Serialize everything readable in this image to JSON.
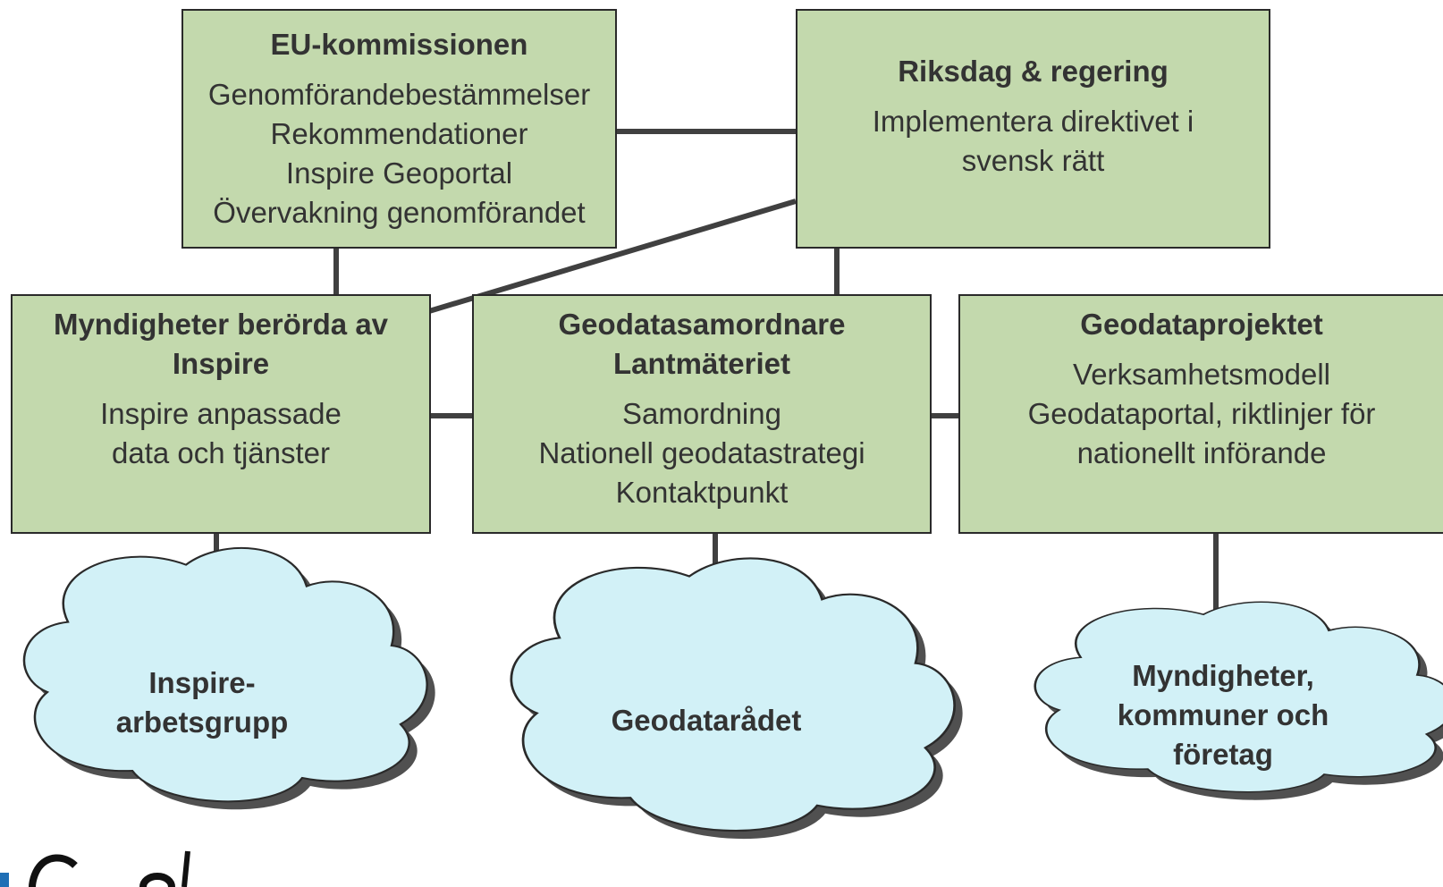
{
  "colors": {
    "box_fill": "#c3d9ad",
    "box_border": "#2a2a2a",
    "cloud_fill": "#d2f1f7",
    "connector": "#404040",
    "text": "#333333",
    "logo_blue": "#1f6fb5"
  },
  "boxes": {
    "eu": {
      "title": "EU-kommissionen",
      "lines": [
        "Genomförandebestämmelser",
        "Rekommendationer",
        "Inspire Geoportal",
        "Övervakning genomförandet"
      ]
    },
    "riksdag": {
      "title": "Riksdag & regering",
      "lines": [
        "Implementera direktivet i",
        "svensk rätt"
      ]
    },
    "myndigheter": {
      "title_lines": [
        "Myndigheter berörda av",
        "Inspire"
      ],
      "lines": [
        "Inspire anpassade",
        "data och tjänster"
      ]
    },
    "geodatasamordnare": {
      "title_lines": [
        "Geodatasamordnare",
        "Lantmäteriet"
      ],
      "lines": [
        "Samordning",
        "Nationell geodatastrategi",
        "Kontaktpunkt"
      ]
    },
    "geodataprojektet": {
      "title": "Geodataprojektet",
      "lines": [
        "Verksamhetsmodell",
        "Geodataportal, riktlinjer för",
        "nationellt införande"
      ]
    }
  },
  "clouds": {
    "inspire": {
      "lines": [
        "Inspire-",
        "arbetsgrupp"
      ]
    },
    "geodataradet": {
      "lines": [
        "Geodatarådet"
      ]
    },
    "myndigheter_kommuner": {
      "lines": [
        "Myndigheter,",
        "kommuner och",
        "företag"
      ]
    }
  },
  "logo": {
    "icon": "logo-mark"
  }
}
